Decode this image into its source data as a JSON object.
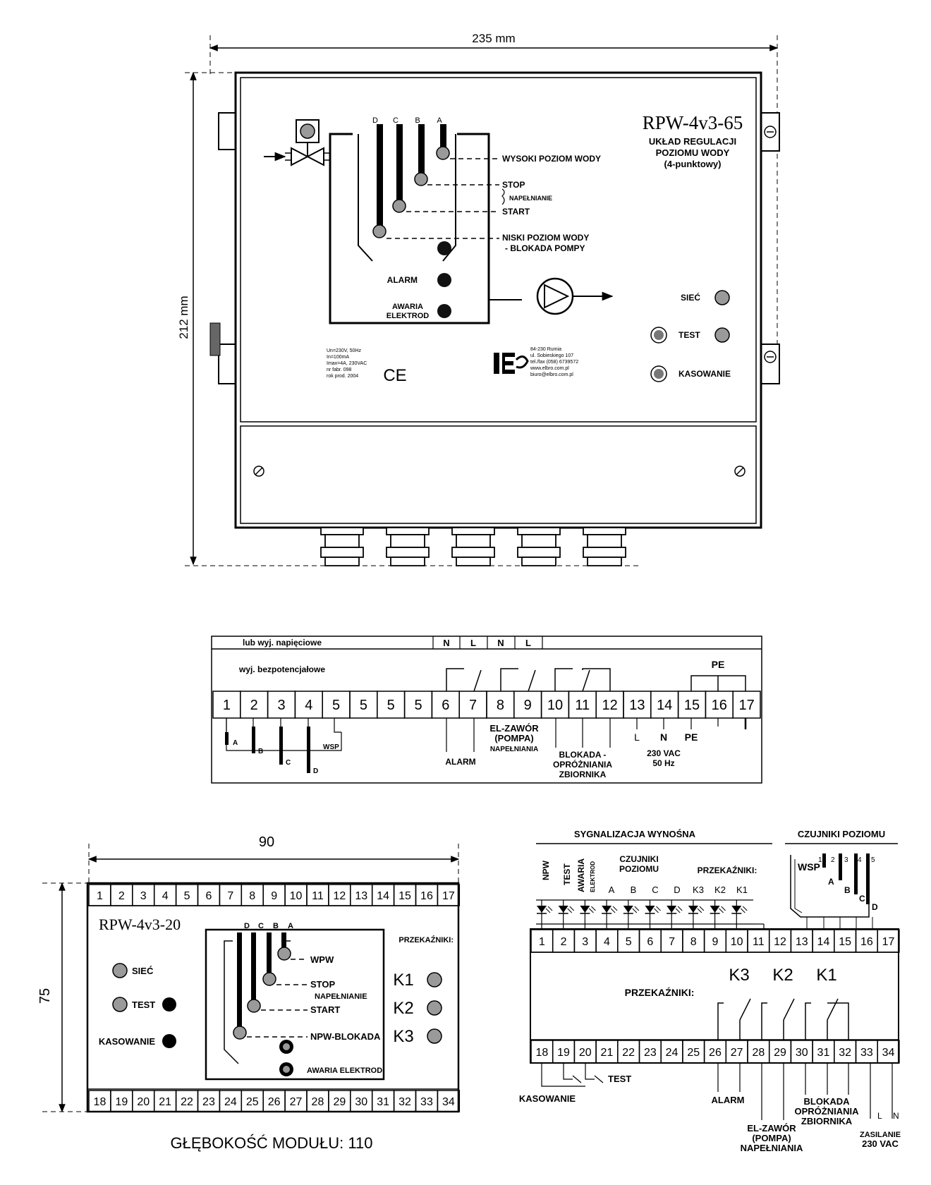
{
  "dims": {
    "width": "235 mm",
    "height": "212 mm",
    "module_width": "90",
    "module_height": "75",
    "module_depth": "GŁĘBOKOŚĆ MODUŁU: 110"
  },
  "front_panel": {
    "model": "RPW-4v3-65",
    "subtitle_lines": [
      "UKŁAD REGULACJI",
      "POZIOMU WODY",
      "(4-punktowy)"
    ],
    "electrodes": [
      "D",
      "C",
      "B",
      "A"
    ],
    "levels": {
      "high": "WYSOKI POZIOM WODY",
      "stop": "STOP",
      "filling": "NAPEŁNIANIE",
      "start": "START",
      "low_1": "NISKI POZIOM WODY",
      "low_2": "- BLOKADA POMPY"
    },
    "indicators": {
      "alarm": "ALARM",
      "fault_1": "AWARIA",
      "fault_2": "ELEKTROD",
      "network": "SIEĆ",
      "test": "TEST",
      "reset": "KASOWANIE"
    },
    "specs": [
      "Un=230V, 50Hz",
      "In=100mA",
      "Imax=4A, 230VAC",
      "nr fabr. 098",
      "rok prod. 2004"
    ],
    "ce": "CE",
    "maker_address": [
      "84-230 Rumia",
      "ul. Sobieskiego 107",
      "tel./fax (058) 6739572",
      "www.elbro.com.pl",
      "biuro@elbro.com.pl"
    ]
  },
  "terminal_strip": {
    "header_left": "lub wyj. napięciowe",
    "header_cells": [
      "N",
      "L",
      "N",
      "L"
    ],
    "potential_free": "wyj. bezpotencjałowe",
    "pe": "PE",
    "numbers": [
      "1",
      "2",
      "3",
      "4",
      "5",
      "5",
      "5",
      "5",
      "6",
      "7",
      "8",
      "9",
      "10",
      "11",
      "12",
      "13",
      "14",
      "15",
      "16",
      "17"
    ],
    "electrodes": [
      "A",
      "B",
      "C",
      "D"
    ],
    "wsp": "WSP",
    "alarm": "ALARM",
    "valve_1": "EL-ZAWÓR",
    "valve_2": "(POMPA)",
    "valve_3": "NAPEŁNIANIA",
    "block_1": "BLOKADA -",
    "block_2": "OPRÓŻNIANIA",
    "block_3": "ZBIORNIKA",
    "supply_l": "L",
    "supply_n": "N",
    "supply_pe": "PE",
    "supply_1": "230 VAC",
    "supply_2": "50 Hz"
  },
  "din_module": {
    "model": "RPW-4v3-20",
    "top_terminals": [
      "1",
      "2",
      "3",
      "4",
      "5",
      "6",
      "7",
      "8",
      "9",
      "10",
      "11",
      "12",
      "13",
      "14",
      "15",
      "16",
      "17"
    ],
    "bottom_terminals": [
      "18",
      "19",
      "20",
      "21",
      "22",
      "23",
      "24",
      "25",
      "26",
      "27",
      "28",
      "29",
      "30",
      "31",
      "32",
      "33",
      "34"
    ],
    "network": "SIEĆ",
    "test": "TEST",
    "reset": "KASOWANIE",
    "electrodes": [
      "D",
      "C",
      "B",
      "A"
    ],
    "levels": [
      "WPW",
      "STOP",
      "NAPEŁNIANIE",
      "START",
      "NPW-BLOKADA"
    ],
    "fault": "AWARIA ELEKTROD",
    "relays_title": "PRZEKAŹNIKI:",
    "relays": [
      "K1",
      "K2",
      "K3"
    ]
  },
  "wiring": {
    "remote_signal": "SYGNALIZACJA WYNOŚNA",
    "level_sensors": "CZUJNIKI POZIOMU",
    "vertical_labels": [
      "NPW",
      "TEST",
      "AWARIA",
      "ELEKTROD"
    ],
    "sensors_1": "CZUJNIKI",
    "sensors_2": "POZIOMU",
    "sensor_letters": [
      "A",
      "B",
      "C",
      "D"
    ],
    "relays_title": "PRZEKAŹNIKI:",
    "relay_letters": [
      "K3",
      "K2",
      "K1"
    ],
    "wsp": "WSP",
    "sensor_numbers": [
      "1",
      "2",
      "3",
      "4",
      "5"
    ],
    "sensor_letters_small": [
      "A",
      "B",
      "C",
      "D"
    ],
    "relays_mid": "PRZEKAŹNIKI:",
    "relay_names": [
      "K3",
      "K2",
      "K1"
    ],
    "test": "TEST",
    "reset": "KASOWANIE",
    "alarm": "ALARM",
    "valve_1": "EL-ZAWÓR",
    "valve_2": "(POMPA)",
    "valve_3": "NAPEŁNIANIA",
    "block_1": "BLOKADA",
    "block_2": "OPRÓŻNIANIA",
    "block_3": "ZBIORNIKA",
    "supply_l": "L",
    "supply_n": "N",
    "supply_1": "ZASILANIE",
    "supply_2": "230 VAC"
  }
}
